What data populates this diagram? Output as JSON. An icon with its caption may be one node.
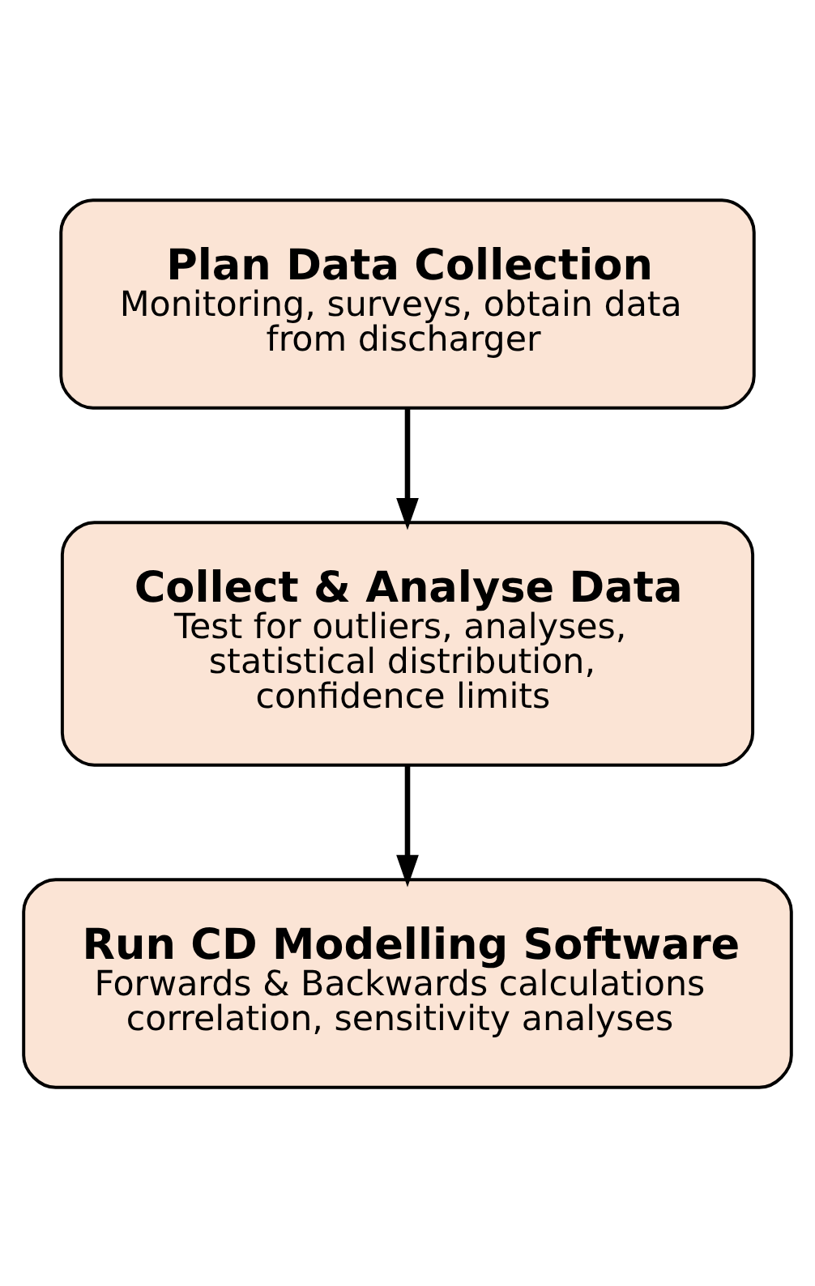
{
  "diagram": {
    "nodes": [
      {
        "text": [
          "Plan Data Collection",
          "Monitoring, surveys, obtain data from discharger"
        ]
      },
      {
        "text": [
          "Collect & Analyse Data",
          "Test for outliers, analyses, statistical distribution, confidence limits"
        ]
      },
      {
        "text": [
          "Run CD Modelling Software",
          "Forwards & Backwards calculations correlation, sensitivity analyses"
        ]
      }
    ],
    "edges": [
      {
        "from": 0,
        "to": 1,
        "arrow": "to"
      },
      {
        "from": 1,
        "to": 2,
        "arrow": "to"
      }
    ]
  }
}
